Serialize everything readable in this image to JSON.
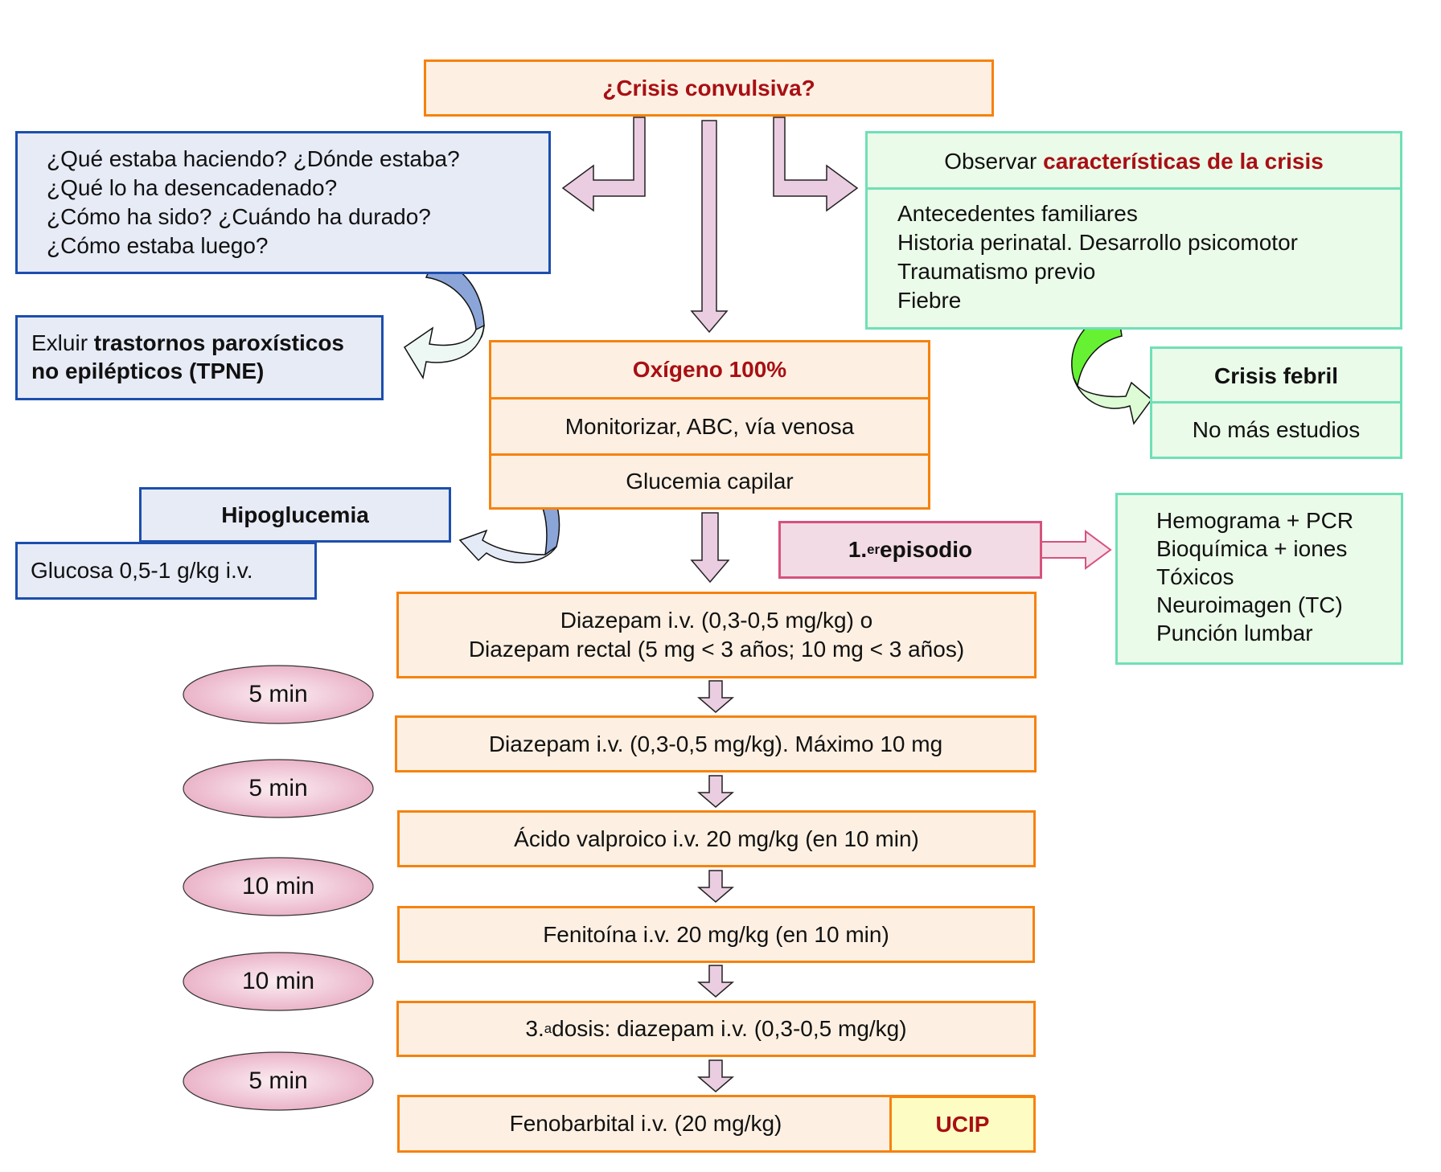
{
  "title": "¿Crisis convulsiva?",
  "anamnesis": {
    "lines": [
      "¿Qué estaba haciendo? ¿Dónde estaba?",
      "¿Qué lo ha desencadenado?",
      "¿Cómo ha sido? ¿Cuándo ha durado?",
      "¿Cómo estaba luego?"
    ]
  },
  "tpne": {
    "prefix": "Exluir ",
    "bold_line1": "trastornos paroxísticos",
    "bold_line2": "no epilépticos (TPNE)"
  },
  "observe": {
    "prefix": "Observar ",
    "highlight": "características de la crisis",
    "items": [
      "Antecedentes familiares",
      "Historia perinatal. Desarrollo psicomotor",
      "Traumatismo previo",
      "Fiebre"
    ]
  },
  "febrile": {
    "title": "Crisis febril",
    "note": "No más estudios"
  },
  "initial": {
    "oxygen": "Oxígeno 100%",
    "monitor": "Monitorizar, ABC, vía venosa",
    "glucose_check": "Glucemia capilar"
  },
  "hypoglycemia": {
    "title": "Hipoglucemia",
    "treatment": "Glucosa 0,5-1 g/kg i.v."
  },
  "first_episode": {
    "number": "1.",
    "sup": "er",
    "label": " episodio",
    "tests": [
      "Hemograma + PCR",
      "Bioquímica + iones",
      "Tóxicos",
      "Neuroimagen (TC)",
      "Punción lumbar"
    ]
  },
  "steps": [
    {
      "line1": "Diazepam i.v. (0,3-0,5 mg/kg) o",
      "line2": "Diazepam rectal (5 mg < 3 años; 10 mg < 3 años)"
    },
    {
      "line1": "Diazepam i.v. (0,3-0,5 mg/kg). Máximo 10 mg"
    },
    {
      "line1": "Ácido valproico i.v. 20 mg/kg (en 10 min)"
    },
    {
      "line1": "Fenitoína i.v. 20 mg/kg (en 10 min)"
    },
    {
      "prefix": "3.",
      "sup": "a",
      "line1": " dosis: diazepam i.v. (0,3-0,5 mg/kg)"
    },
    {
      "line1": "Fenobarbital i.v. (20 mg/kg)"
    }
  ],
  "intervals": [
    "5 min",
    "5 min",
    "10 min",
    "10 min",
    "5 min"
  ],
  "ucip": "UCIP",
  "colors": {
    "orange_border": "#f6820e",
    "orange_fill": "#fdf0e2",
    "blue_border": "#1c4eae",
    "blue_fill": "#e7ebf6",
    "green_border": "#6fe0b6",
    "green_fill": "#ebfbe9",
    "pink_border": "#d6527e",
    "pink_fill": "#f2dbe4",
    "accent_red": "#a80f14",
    "arrow_fill": "#ebcde1"
  }
}
